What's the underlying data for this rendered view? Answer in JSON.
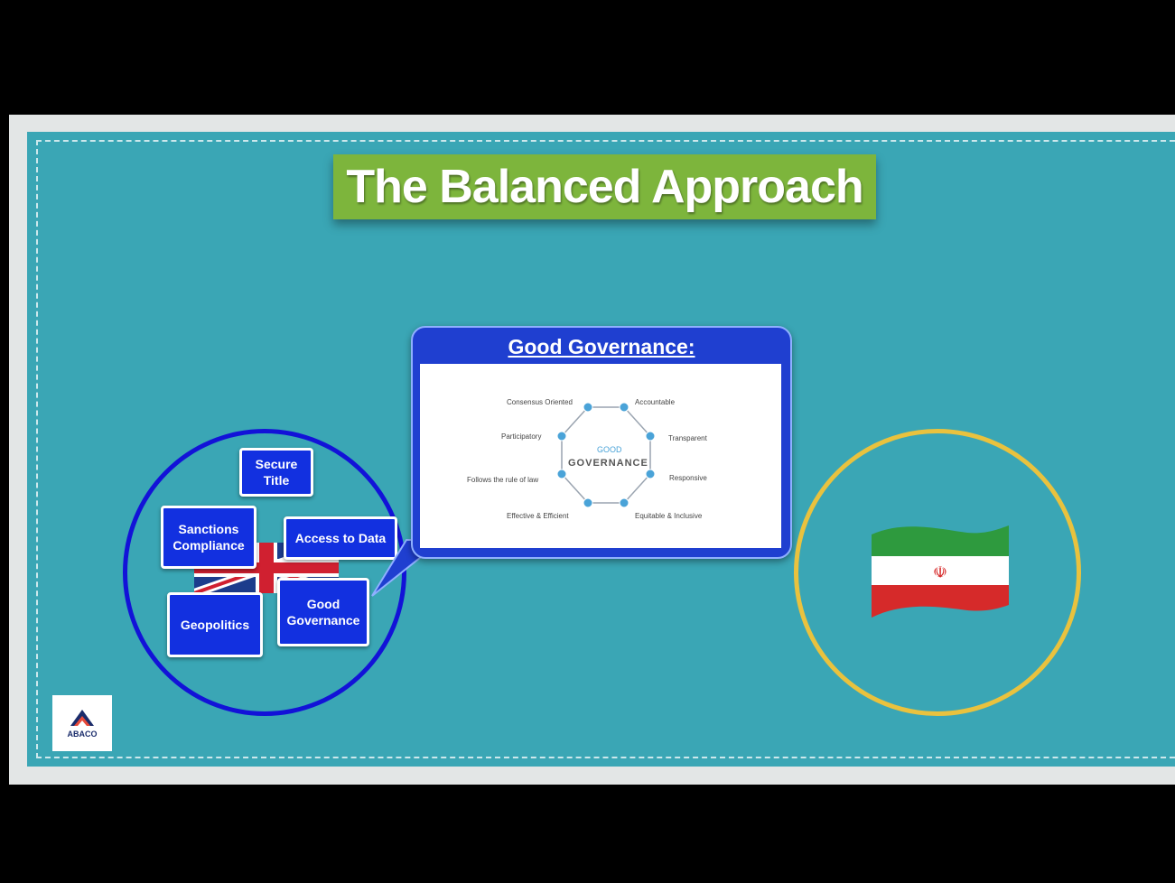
{
  "slide": {
    "title": "The Balanced Approach",
    "left_boxes": {
      "secure_title": "Secure Title",
      "sanctions_compliance": "Sanctions Compliance",
      "access_to_data": "Access to Data",
      "geopolitics": "Geopolitics",
      "good_governance": "Good Governance"
    },
    "bubble": {
      "title": "Good Governance:",
      "center_small": "GOOD",
      "center_large": "GOVERNANCE",
      "principles": [
        "Consensus Oriented",
        "Accountable",
        "Participatory",
        "Transparent",
        "Follows the rule of law",
        "Responsive",
        "Effective & Efficient",
        "Equitable & Inclusive"
      ]
    },
    "logo": "ABACO",
    "right_circle_icon": "iran-flag-icon",
    "left_circle_icon": "uk-flag-icon"
  },
  "colors": {
    "board": "#3aa6b5",
    "title_bg": "#7db53c",
    "box_blue": "#1230e0",
    "left_ring": "#1212d8",
    "right_ring": "#e9c23e"
  }
}
